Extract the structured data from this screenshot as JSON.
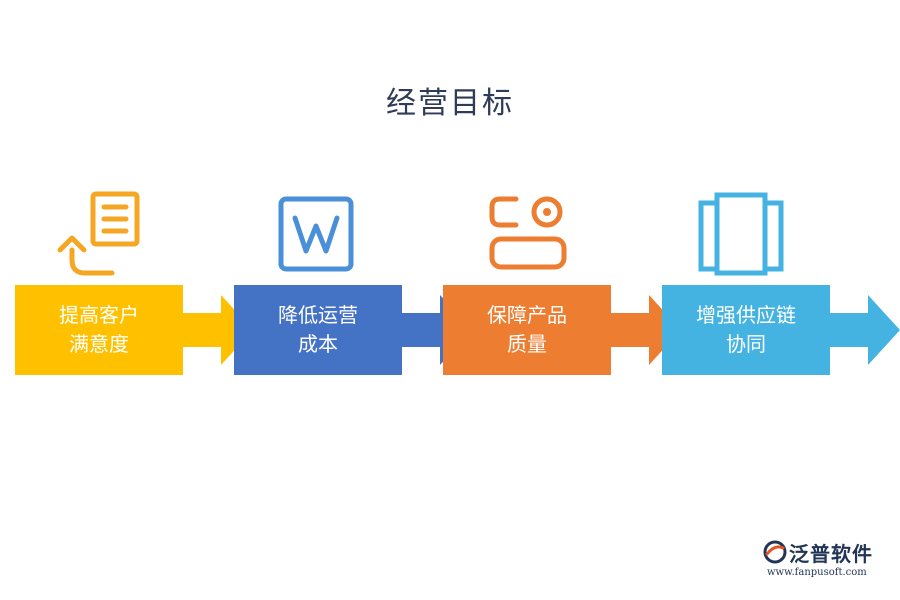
{
  "title": "经营目标",
  "steps": [
    {
      "label": "提高客户\n满意度",
      "color": "#ffc000",
      "icon": "document-return-icon"
    },
    {
      "label": "降低运营\n成本",
      "color": "#4472c4",
      "icon": "word-document-icon"
    },
    {
      "label": "保障产品\n质量",
      "color": "#ed7d31",
      "icon": "toggle-panel-icon"
    },
    {
      "label": "增强供应链\n协同",
      "color": "#44b3e1",
      "icon": "columns-icon"
    }
  ],
  "logo": {
    "name": "泛普软件",
    "url": "www.fanpusoft.com"
  }
}
